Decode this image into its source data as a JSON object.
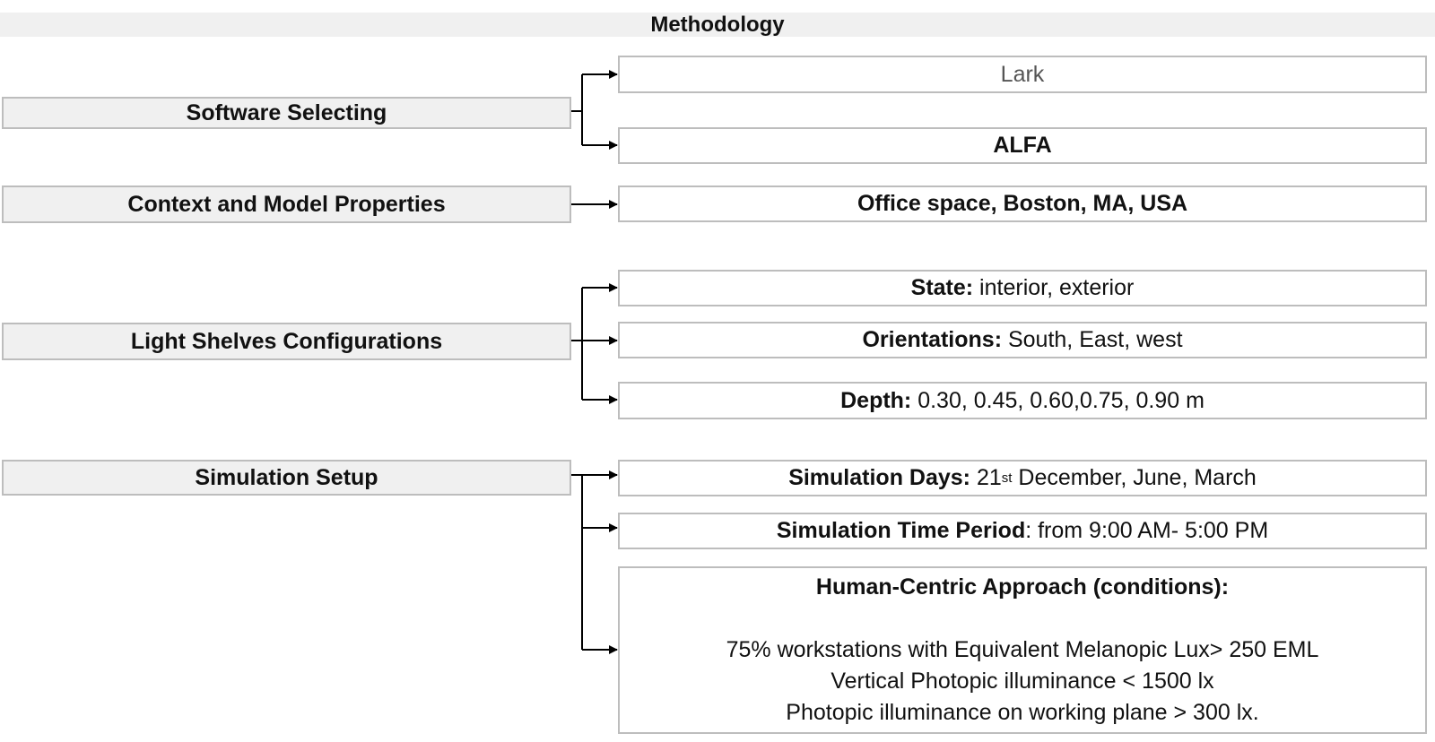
{
  "title": "Methodology",
  "rows": {
    "software": {
      "label": "Software Selecting",
      "options": [
        "Lark",
        "ALFA"
      ]
    },
    "context": {
      "label": "Context and Model Properties",
      "value": "Office space, Boston, MA, USA"
    },
    "light_shelves": {
      "label": "Light Shelves Configurations",
      "state": {
        "key": "State:",
        "value": " interior, exterior"
      },
      "orientations": {
        "key": "Orientations:",
        "value": " South, East, west"
      },
      "depth": {
        "key": "Depth:",
        "value": " 0.30, 0.45, 0.60,0.75, 0.90 m"
      }
    },
    "simulation": {
      "label": "Simulation Setup",
      "days": {
        "key": "Simulation Days:",
        "num": " 21",
        "sup": "st",
        "value": " December, June, March"
      },
      "period": {
        "key": "Simulation Time Period",
        "value": ": from 9:00 AM- 5:00 PM"
      },
      "human_centric": {
        "heading": "Human-Centric Approach (conditions):",
        "conditions": [
          "75% workstations with Equivalent Melanopic Lux> 250 EML",
          "Vertical Photopic illuminance < 1500 lx",
          "Photopic illuminance on working plane > 300 lx."
        ]
      }
    }
  }
}
